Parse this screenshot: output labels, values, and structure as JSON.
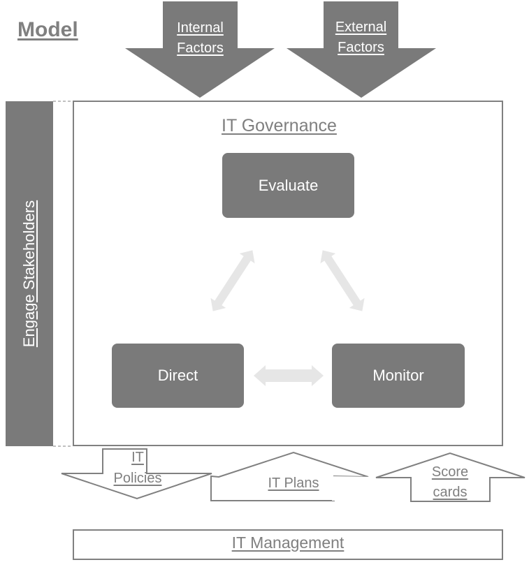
{
  "title": "Model",
  "inputs": {
    "internal": [
      "Internal",
      "Factors"
    ],
    "external": [
      "External",
      "Factors"
    ]
  },
  "sidebar": {
    "label": "Engage Stakeholders"
  },
  "governance": {
    "title": "IT Governance",
    "nodes": {
      "evaluate": "Evaluate",
      "direct": "Direct",
      "monitor": "Monitor"
    }
  },
  "outputs": {
    "policies": [
      "IT",
      "Policies"
    ],
    "plans": "IT Plans",
    "scorecards": [
      "Score",
      "cards"
    ]
  },
  "management": {
    "label": "IT Management"
  },
  "colors": {
    "dark": "#7a7a7a",
    "light_arrow": "#e6e6e6",
    "outline": "#808080",
    "text": "#7f7f7f"
  }
}
